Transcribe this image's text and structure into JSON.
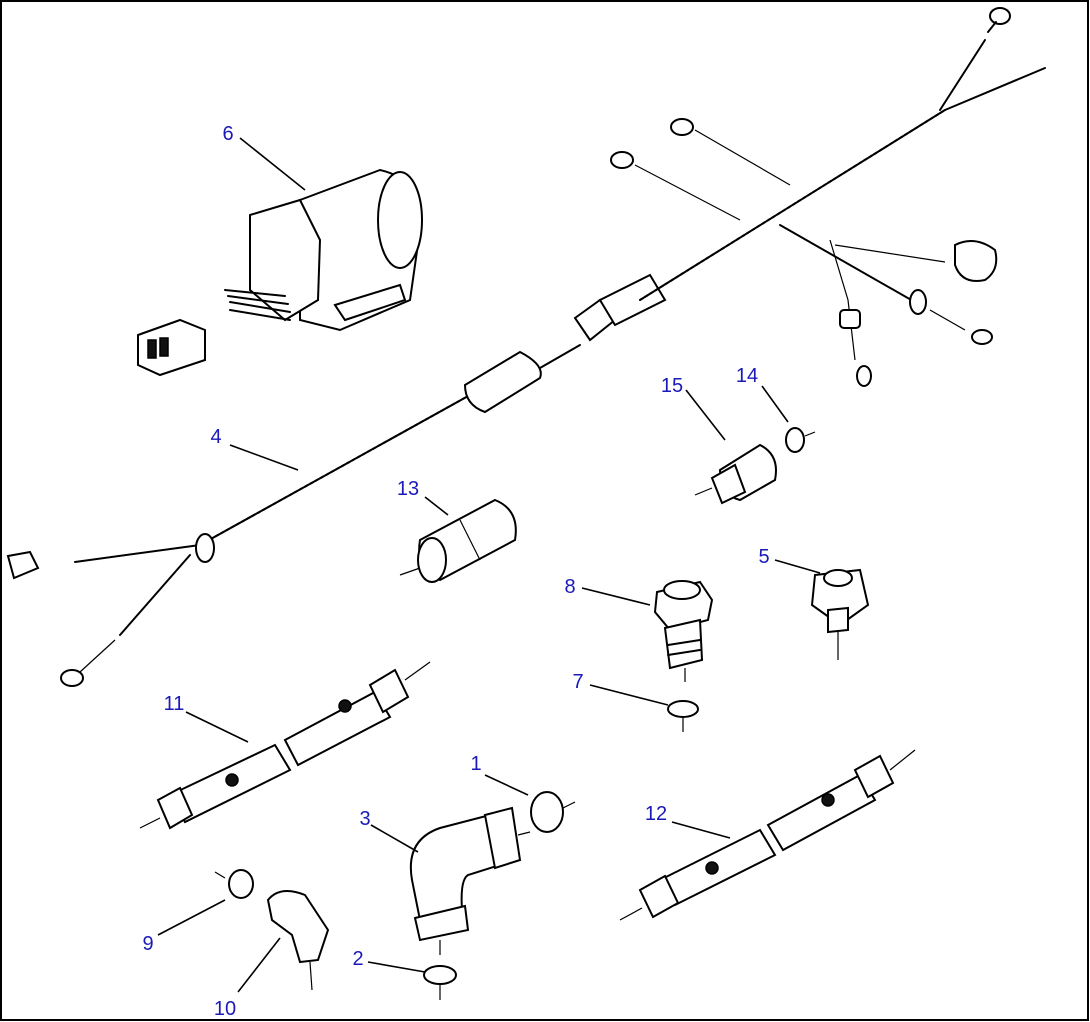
{
  "callouts": [
    {
      "id": "1",
      "text": "1"
    },
    {
      "id": "2",
      "text": "2"
    },
    {
      "id": "3",
      "text": "3"
    },
    {
      "id": "4",
      "text": "4"
    },
    {
      "id": "5",
      "text": "5"
    },
    {
      "id": "6",
      "text": "6"
    },
    {
      "id": "7",
      "text": "7"
    },
    {
      "id": "8",
      "text": "8"
    },
    {
      "id": "9",
      "text": "9"
    },
    {
      "id": "10",
      "text": "10"
    },
    {
      "id": "11",
      "text": "11"
    },
    {
      "id": "12",
      "text": "12"
    },
    {
      "id": "13",
      "text": "13"
    },
    {
      "id": "14",
      "text": "14"
    },
    {
      "id": "15",
      "text": "15"
    }
  ],
  "colors": {
    "callout": "#1a1ab8",
    "line": "#000000",
    "background": "#ffffff"
  }
}
